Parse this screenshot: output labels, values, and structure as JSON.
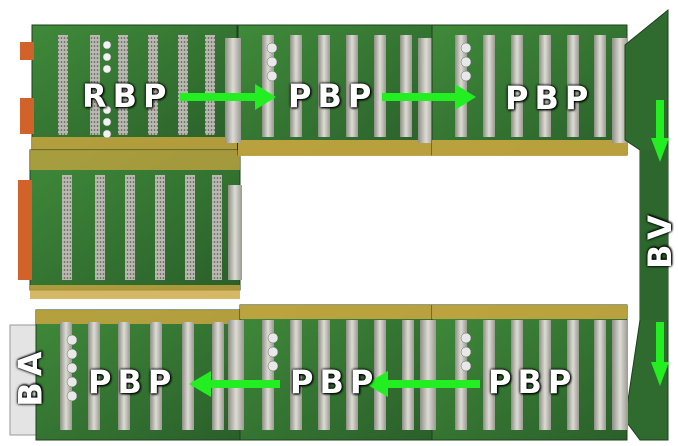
{
  "labels": {
    "rbp": "RBP",
    "pbp_top_middle": "PBP",
    "pbp_top_right": "PBP",
    "pbp_bottom_left": "PBP",
    "pbp_bottom_middle": "PBP",
    "pbp_bottom_right": "PBP",
    "bv": "BV",
    "ba": "BA"
  },
  "colors": {
    "board_green": "#2f6b2f",
    "board_green_light": "#3f8a3a",
    "connector_gray": "#c8c8c0",
    "gold_strip": "#c9a640",
    "arrow_green": "#22ee22",
    "label_white": "#ffffff",
    "terminal_orange": "#d0622a"
  },
  "arrows": [
    {
      "name": "arrow-rbp-to-pbp",
      "direction": "right"
    },
    {
      "name": "arrow-pbp-to-pbp-top",
      "direction": "right"
    },
    {
      "name": "arrow-bv-down-upper",
      "direction": "down"
    },
    {
      "name": "arrow-bv-down-lower",
      "direction": "down"
    },
    {
      "name": "arrow-pbp-to-pbp-bottom",
      "direction": "left"
    },
    {
      "name": "arrow-pbp-to-ba-bottom",
      "direction": "left"
    }
  ]
}
